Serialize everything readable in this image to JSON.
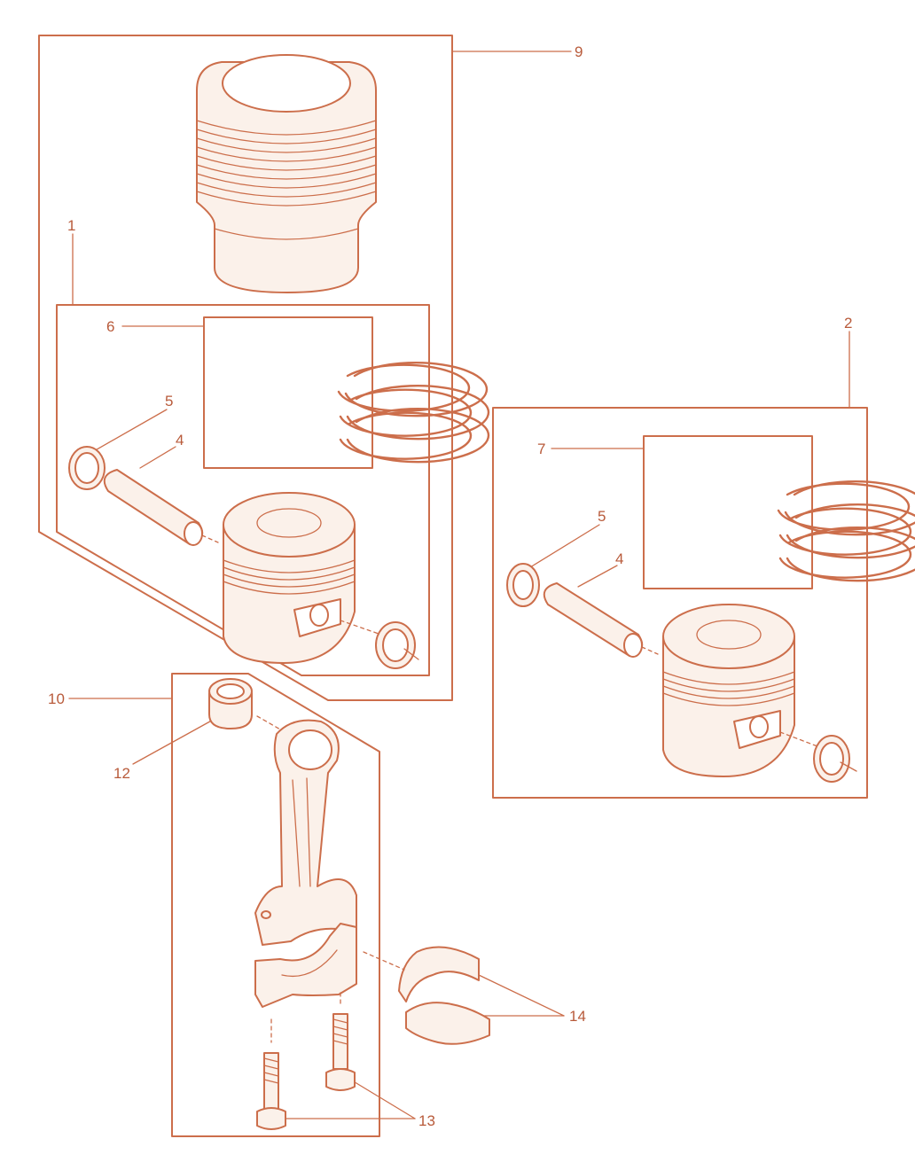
{
  "diagram": {
    "colors": {
      "line": "#cc6e4b",
      "fill": "#fbf1ea",
      "text": "#b85a3a",
      "background": "#ffffff"
    },
    "callouts": {
      "c1": "1",
      "c2": "2",
      "c4a": "4",
      "c4b": "4",
      "c5a": "5",
      "c5b": "5",
      "c6": "6",
      "c7": "7",
      "c9": "9",
      "c10": "10",
      "c12": "12",
      "c13": "13",
      "c14": "14"
    }
  }
}
